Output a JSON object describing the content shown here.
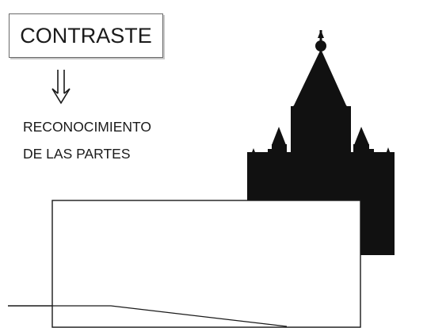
{
  "diagram": {
    "title": "CONTRASTE",
    "caption_line_1": "RECONOCIMIENTO",
    "caption_line_2": "DE LAS PARTES",
    "arrow_icon": "double-down-arrow-icon",
    "colors": {
      "ink": "#1a1a1a",
      "silhouette": "#111111",
      "background": "#ffffff"
    }
  }
}
